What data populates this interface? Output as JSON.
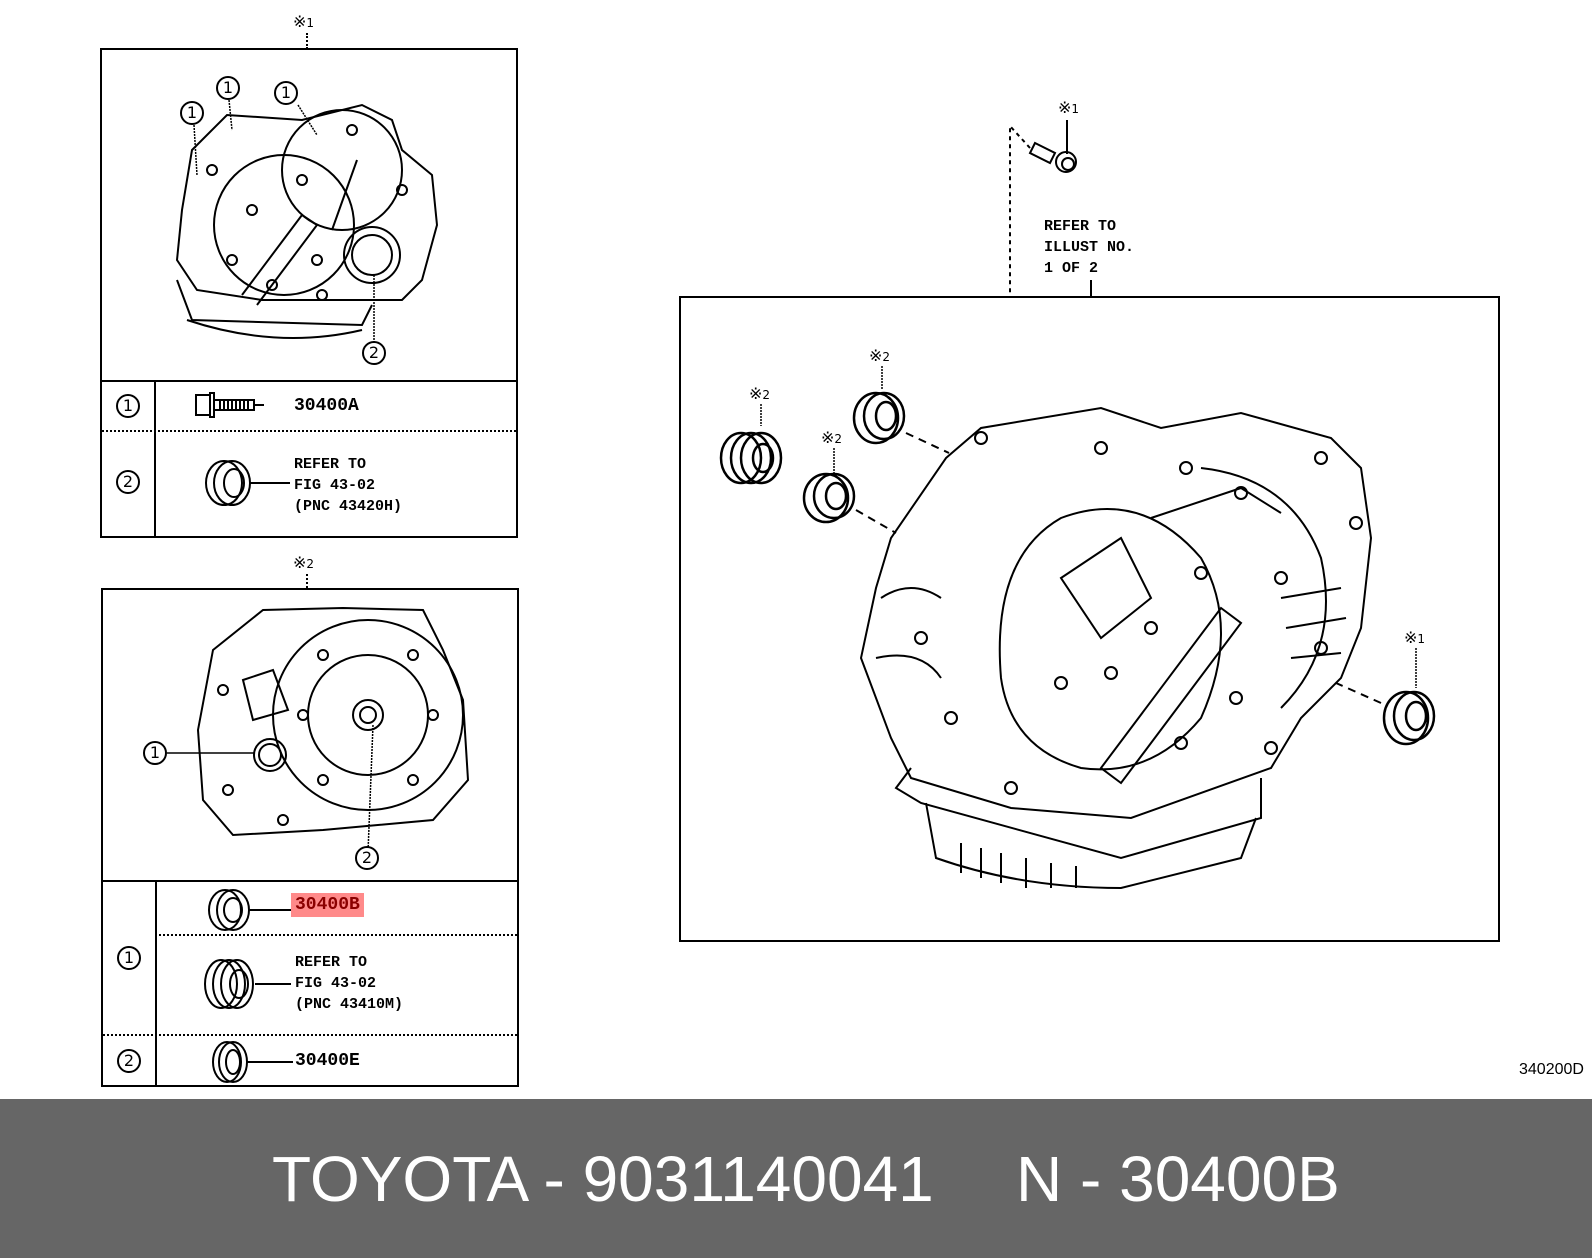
{
  "diagram": {
    "figure_code": "340200D",
    "panel_top_left": {
      "note_mark": "※",
      "note_num": "1",
      "callouts": [
        "1",
        "1",
        "1",
        "2"
      ],
      "table": [
        {
          "index": "1",
          "part_label": "30400A",
          "icon": "bolt-icon"
        },
        {
          "index": "2",
          "refer_lines": [
            "REFER TO",
            "FIG 43-02",
            "(PNC 43420H)"
          ],
          "icon": "oil-seal-icon"
        }
      ]
    },
    "panel_bottom_left": {
      "note_mark": "※",
      "note_num": "2",
      "callouts": [
        "1",
        "2"
      ],
      "table": [
        {
          "index": "1",
          "part_label": "30400B",
          "highlighted": true,
          "icon": "oil-seal-icon",
          "alt_refer_lines": [
            "REFER TO",
            "FIG 43-02",
            "(PNC 43410M)"
          ],
          "alt_icon": "double-seal-icon"
        },
        {
          "index": "2",
          "part_label": "30400E",
          "icon": "oil-seal-icon"
        }
      ]
    },
    "panel_main": {
      "refer_lines": [
        "REFER TO",
        "ILLUST NO.",
        "1 OF 2"
      ],
      "bolt_note": {
        "mark": "※",
        "num": "1"
      },
      "seal_notes": [
        {
          "mark": "※",
          "num": "2"
        },
        {
          "mark": "※",
          "num": "2"
        },
        {
          "mark": "※",
          "num": "2"
        },
        {
          "mark": "※",
          "num": "1"
        }
      ]
    },
    "highlight_color": "#ff8a8a",
    "highlight_text_color": "#8b0000"
  },
  "footer": {
    "brand": "TOYOTA",
    "separator": "-",
    "part_number": "9031140041",
    "ref_prefix": "N",
    "ref_code": "30400B",
    "left_text": "TOYOTA - 9031140041",
    "right_text": "N - 30400B",
    "background": "#666666"
  }
}
